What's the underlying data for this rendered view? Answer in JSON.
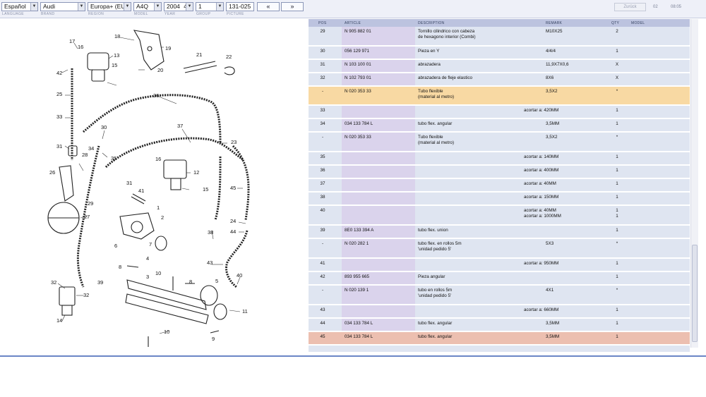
{
  "toolbar": {
    "language": "Español",
    "brand": "Audi",
    "region": "Europa+ (EU)",
    "model": "A4Q",
    "year": "2004",
    "year_suffix": "4",
    "group": "1",
    "picture": "131-025",
    "prev_label": "«",
    "next_label": "»",
    "labels": {
      "language": "LANGUAGE",
      "brand": "BRAND",
      "region": "REGION",
      "model": "MODEL",
      "year": "YEAR",
      "group": "GROUP",
      "picture": "PICTURE"
    },
    "back_label": "Zurück",
    "status_a": "02",
    "status_b": "08:05"
  },
  "table": {
    "headers": {
      "pos": "POS",
      "article": "ARTICLE",
      "description": "DESCRIPTION",
      "remark": "REMARK",
      "qty": "QTY",
      "model": "MODEL"
    },
    "rows": [
      {
        "pos": "29",
        "article": "N 905 882 01",
        "desc1": "Tornillo cilindrico con cabeza",
        "desc2": "de hexagono interior (Combi)",
        "remark": "M10X25",
        "remark2": "",
        "qty": "2",
        "qty2": ""
      },
      {
        "pos": "30",
        "article": "056 129 971",
        "desc1": "Pieza en Y",
        "desc2": "",
        "remark": "4/4/4",
        "remark2": "",
        "qty": "1",
        "qty2": ""
      },
      {
        "pos": "31",
        "article": "N 103 100 01",
        "desc1": "abrazadera",
        "desc2": "",
        "remark": "11,9X7X0,6",
        "remark2": "",
        "qty": "X",
        "qty2": ""
      },
      {
        "pos": "32",
        "article": "N 102 793 01",
        "desc1": "abrazadera de fleje elastico",
        "desc2": "",
        "remark": "8X6",
        "remark2": "",
        "qty": "X",
        "qty2": ""
      },
      {
        "pos": "-",
        "article": "N 020 353 33",
        "desc1": "Tubo flexible",
        "desc2": "(material al metro)",
        "remark": "3,5X2",
        "remark2": "",
        "qty": "*",
        "qty2": ""
      },
      {
        "pos": "33",
        "article": "",
        "desc1": "",
        "desc2": "",
        "remark": "",
        "remark2": "acortar a: 420MM",
        "qty": "1",
        "qty2": ""
      },
      {
        "pos": "34",
        "article": "034 133 784 L",
        "desc1": "tubo flex. angular",
        "desc2": "",
        "remark": "3,5MM",
        "remark2": "",
        "qty": "1",
        "qty2": ""
      },
      {
        "pos": "-",
        "article": "N 020 353 33",
        "desc1": "Tubo flexible",
        "desc2": "(material al metro)",
        "remark": "3,5X2",
        "remark2": "",
        "qty": "*",
        "qty2": ""
      },
      {
        "pos": "35",
        "article": "",
        "desc1": "",
        "desc2": "",
        "remark": "",
        "remark2": "acortar a: 140MM",
        "qty": "1",
        "qty2": ""
      },
      {
        "pos": "36",
        "article": "",
        "desc1": "",
        "desc2": "",
        "remark": "",
        "remark2": "acortar a: 400MM",
        "qty": "1",
        "qty2": ""
      },
      {
        "pos": "37",
        "article": "",
        "desc1": "",
        "desc2": "",
        "remark": "",
        "remark2": "acortar a: 40MM",
        "qty": "1",
        "qty2": ""
      },
      {
        "pos": "38",
        "article": "",
        "desc1": "",
        "desc2": "",
        "remark": "",
        "remark2": "acortar a: 150MM",
        "qty": "1",
        "qty2": ""
      },
      {
        "pos": "40",
        "article": "",
        "desc1": "",
        "desc2": "",
        "remark": "",
        "remark2": "acortar a: 40MM",
        "remark3": "acortar a: 1000MM",
        "qty": "1",
        "qty2": "1"
      },
      {
        "pos": "39",
        "article": "8E0 133 394 A",
        "desc1": "tubo flex. union",
        "desc2": "",
        "remark": "",
        "remark2": "",
        "qty": "1",
        "qty2": ""
      },
      {
        "pos": "-",
        "article": "N 020 282 1",
        "desc1": "tubo flex. en rollos 5m",
        "desc2": "'unidad pedido 5'",
        "remark": "5X3",
        "remark2": "",
        "qty": "*",
        "qty2": ""
      },
      {
        "pos": "41",
        "article": "",
        "desc1": "",
        "desc2": "",
        "remark": "",
        "remark2": "acortar a: 950MM",
        "qty": "1",
        "qty2": ""
      },
      {
        "pos": "42",
        "article": "893 955 665",
        "desc1": "Pieza angular",
        "desc2": "",
        "remark": "",
        "remark2": "",
        "qty": "1",
        "qty2": ""
      },
      {
        "pos": "-",
        "article": "N 020 139 1",
        "desc1": "tubo en rollos 5m",
        "desc2": "'unidad pedido 5'",
        "remark": "4X1",
        "remark2": "",
        "qty": "*",
        "qty2": ""
      },
      {
        "pos": "43",
        "article": "",
        "desc1": "",
        "desc2": "",
        "remark": "",
        "remark2": "acortar a: 660MM",
        "qty": "1",
        "qty2": ""
      },
      {
        "pos": "44",
        "article": "034 133 784 L",
        "desc1": "tubo flex. angular",
        "desc2": "",
        "remark": "3,5MM",
        "remark2": "",
        "qty": "1",
        "qty2": ""
      },
      {
        "pos": "45",
        "article": "034 133 784 L",
        "desc1": "tubo flex. angular",
        "desc2": "",
        "remark": "3,5MM",
        "remark2": "",
        "qty": "1",
        "qty2": ""
      }
    ]
  },
  "diagram": {
    "callouts": [
      "18",
      "19",
      "17",
      "16",
      "13",
      "15",
      "20",
      "21",
      "22",
      "42",
      "25",
      "36",
      "33",
      "30",
      "37",
      "34",
      "23",
      "31",
      "28",
      "35",
      "16",
      "12",
      "26",
      "31",
      "41",
      "15",
      "45",
      "29",
      "27",
      "1",
      "2",
      "24",
      "38",
      "6",
      "7",
      "44",
      "4",
      "8",
      "43",
      "39",
      "10",
      "40",
      "32",
      "3",
      "8",
      "5",
      "32",
      "14",
      "11",
      "10",
      "9"
    ]
  },
  "colors": {
    "selected_yellow": "#f8d9a3",
    "selected_orange": "#ecbfb0",
    "row_bg": "#dfe5f1",
    "article_bg": "#dad3ec",
    "header_bg": "#bcc3df",
    "frame_blue": "#6b86c6"
  }
}
